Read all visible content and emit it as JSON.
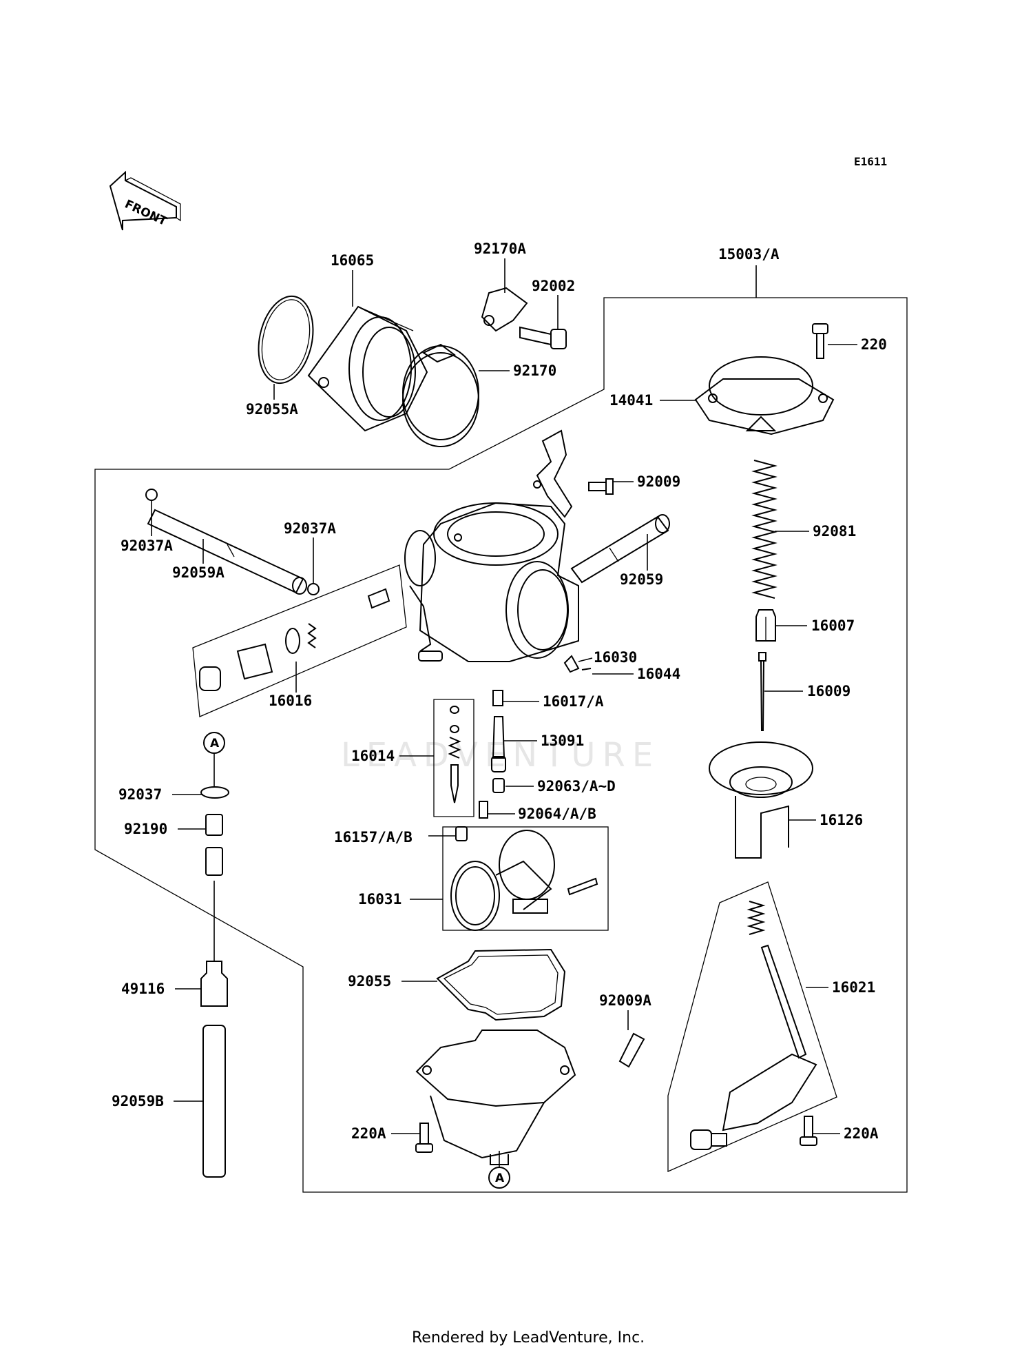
{
  "diagram_code": "E1611",
  "front_arrow_text": "FRONT",
  "watermark": "LEADVENTURE",
  "footer": "Rendered by LeadVenture, Inc.",
  "reference_marker": "A",
  "parts": {
    "p16065": "16065",
    "p92170A": "92170A",
    "p92002": "92002",
    "p15003": "15003/A",
    "p92055A": "92055A",
    "p92170": "92170",
    "p220": "220",
    "p14041": "14041",
    "p92009": "92009",
    "p92037A_left": "92037A",
    "p92037A_right": "92037A",
    "p92059A": "92059A",
    "p92081": "92081",
    "p92059": "92059",
    "p16007": "16007",
    "p16030": "16030",
    "p16044": "16044",
    "p16016": "16016",
    "p16017": "16017/A",
    "p16009": "16009",
    "p13091": "13091",
    "p16014": "16014",
    "p92037": "92037",
    "p92063": "92063/A~D",
    "p92064": "92064/A/B",
    "p92190": "92190",
    "p16126": "16126",
    "p16157": "16157/A/B",
    "p16031": "16031",
    "p49116": "49116",
    "p92055": "92055",
    "p16021": "16021",
    "p92009A": "92009A",
    "p92059B": "92059B",
    "p220A_left": "220A",
    "p220A_right": "220A"
  }
}
